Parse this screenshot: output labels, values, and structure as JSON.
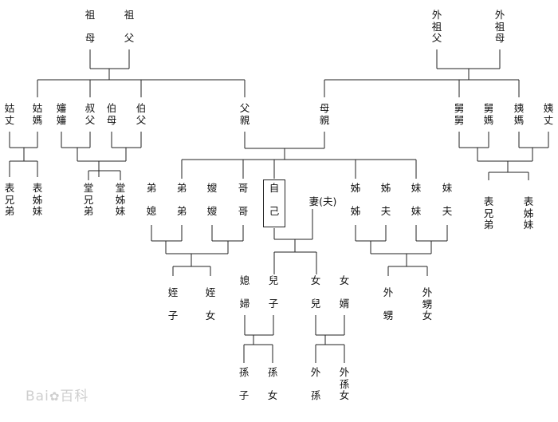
{
  "nodes": {
    "grandmother": "祖\n\n母",
    "grandfather": "祖\n\n父",
    "maternal_grandfather": "外\n祖\n父",
    "maternal_grandmother": "外\n祖\n母",
    "paternal_aunt_husband": "姑\n丈",
    "paternal_aunt": "姑\n媽",
    "aunt_by_marriage": "嬸\n嬸",
    "younger_uncle": "叔\n父",
    "elder_aunt_by_marriage": "伯\n母",
    "elder_uncle": "伯\n父",
    "father": "父\n親",
    "mother": "母\n親",
    "maternal_uncle_wife": "舅\n舅",
    "maternal_uncle": "舅\n媽",
    "maternal_aunt": "姨\n媽",
    "maternal_aunt_husband": "姨\n丈",
    "cousin_male_1": "表\n兄\n弟",
    "cousin_female_1": "表\n姊\n妹",
    "tang_brothers": "堂\n兄\n弟",
    "tang_sisters": "堂\n姊\n妹",
    "younger_brother_a": "弟\n\n媳",
    "younger_brother_b": "弟\n\n弟",
    "elder_brother_wife": "嫂\n\n嫂",
    "elder_brother": "哥\n\n哥",
    "self": "自\n\n己",
    "spouse": "妻(夫)",
    "elder_sister_a": "姊\n\n姊",
    "elder_sister_b": "姊\n\n夫",
    "younger_sister_a": "妹\n\n妹",
    "younger_sister_b": "妹\n\n夫",
    "cousin_male_2": "表\n兄\n弟",
    "cousin_female_2": "表\n姊\n妹",
    "nephew": "姪\n\n子",
    "niece": "姪\n\n女",
    "daughter_in_law": "媳\n\n婦",
    "son": "兒\n\n子",
    "daughter": "女\n\n兒",
    "son_in_law": "女\n\n婿",
    "sister_son": "外\n\n甥",
    "sister_daughter": "外\n甥\n女",
    "grandson": "孫\n\n子",
    "granddaughter": "孫\n\n女",
    "daughter_grandson": "外\n\n孫",
    "daughter_granddaughter": "外\n孫\n女"
  },
  "watermark": {
    "text": "Bai",
    "suffix": "百科"
  }
}
